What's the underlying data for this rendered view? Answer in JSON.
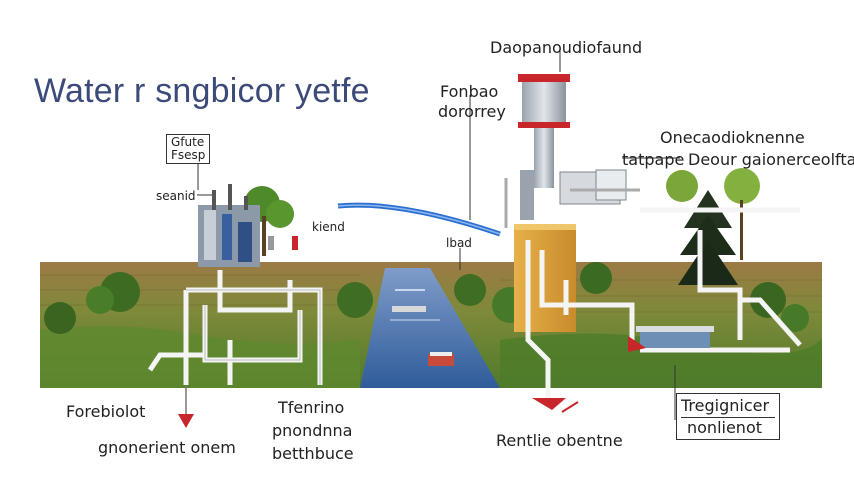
{
  "title": "Water r sngbicor yetfe",
  "labels": {
    "top_right": "Daopanoudiofaund",
    "tower_label_1": "Fonbao",
    "tower_label_2": "dororrey",
    "right_heading": "Onecaodioknenne",
    "right_sub_a": "tatpape",
    "right_sub_b": "Deour gaionerceolfta",
    "box_left_1": "Gfute",
    "box_left_2": "Fsesp",
    "left_small": "seanid",
    "mid_small": "kiend",
    "river_small": "lbad",
    "bottom_left_1": "Forebiolot",
    "bottom_left_2": "gnonerient onem",
    "bottom_mid_1": "Tfenrino",
    "bottom_mid_2": "pnondnna",
    "bottom_mid_3": "betthbuce",
    "bottom_center": "Rentlie obentne",
    "bottom_right_1": "Tregignicer",
    "bottom_right_2": "nonlienot"
  },
  "colors": {
    "title": "#3b4a78",
    "pipe": "#f2f2f2",
    "water": "#3f6fb0",
    "field": "#8b6a3a",
    "tank": "#d9a23a",
    "red_marker": "#c8262a",
    "blue_pipe": "#2a6fd1"
  }
}
